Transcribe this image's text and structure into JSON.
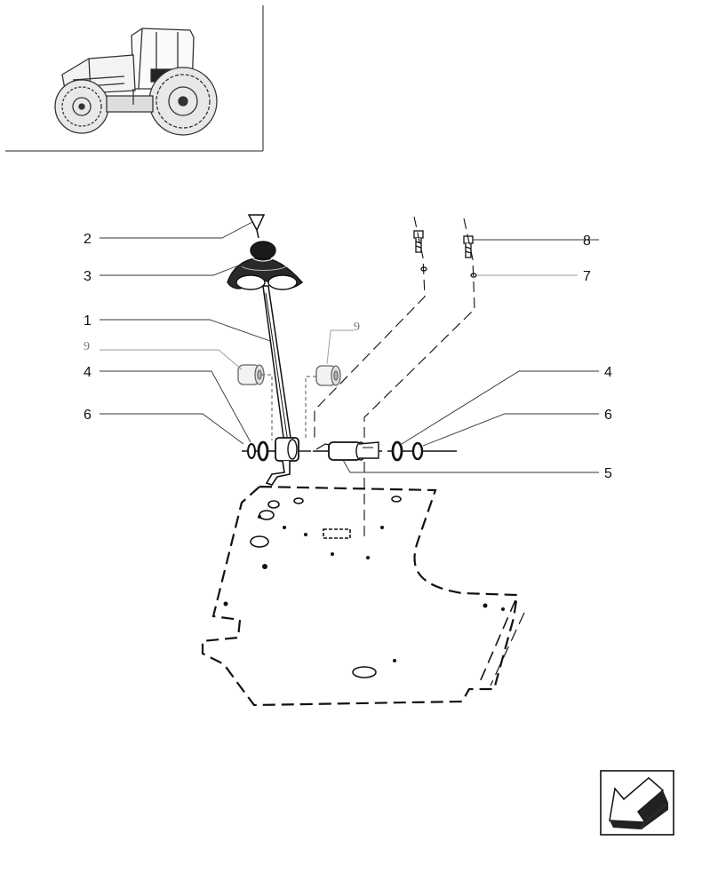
{
  "callouts": {
    "c1": "1",
    "c2": "2",
    "c3": "3",
    "c4_left": "4",
    "c4_right": "4",
    "c5": "5",
    "c6_left": "6",
    "c6_right": "6",
    "c7": "7",
    "c8": "8",
    "c9_left": "9",
    "c9_top": "9"
  },
  "icons": {
    "thumbnail": "tractor-thumbnail-icon",
    "nav": "back-arrow-icon"
  },
  "colors": {
    "line": "#111111",
    "leader": "#555555",
    "light_leader": "#999999"
  }
}
